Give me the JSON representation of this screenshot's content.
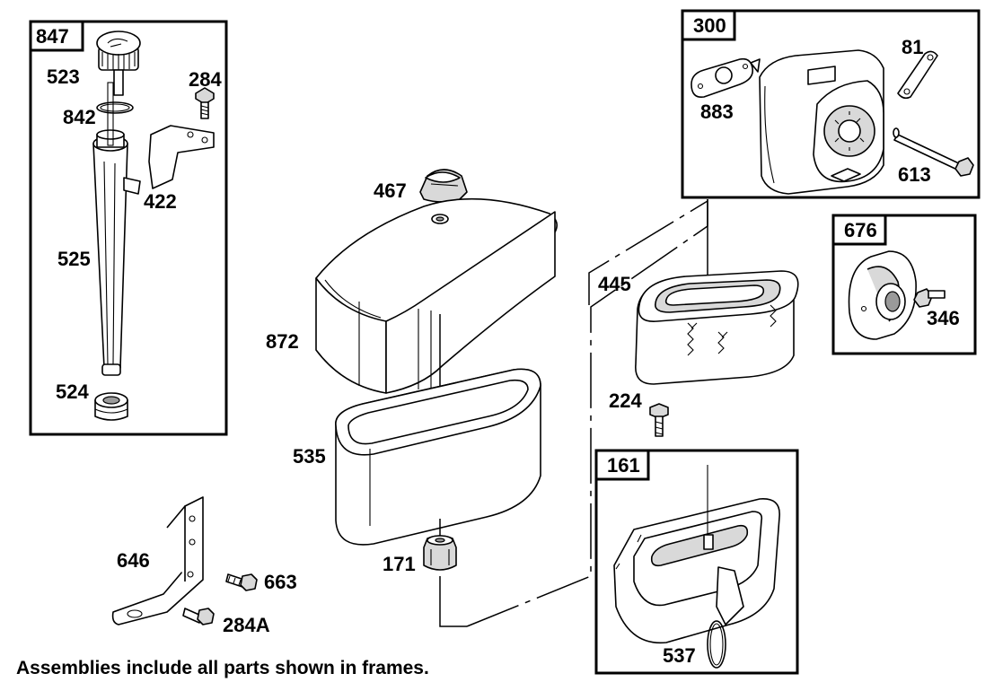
{
  "frames": {
    "f847": "847",
    "f300": "300",
    "f676": "676",
    "f161": "161"
  },
  "labels": {
    "p523": "523",
    "p284": "284",
    "p842": "842",
    "p422": "422",
    "p525": "525",
    "p524": "524",
    "p467": "467",
    "p872": "872",
    "p535": "535",
    "p171": "171",
    "p646": "646",
    "p663": "663",
    "p284A": "284A",
    "p883": "883",
    "p81": "81",
    "p613": "613",
    "p445": "445",
    "p224": "224",
    "p346": "346",
    "p537": "537"
  },
  "footer_note": "Assemblies include all parts shown in frames."
}
